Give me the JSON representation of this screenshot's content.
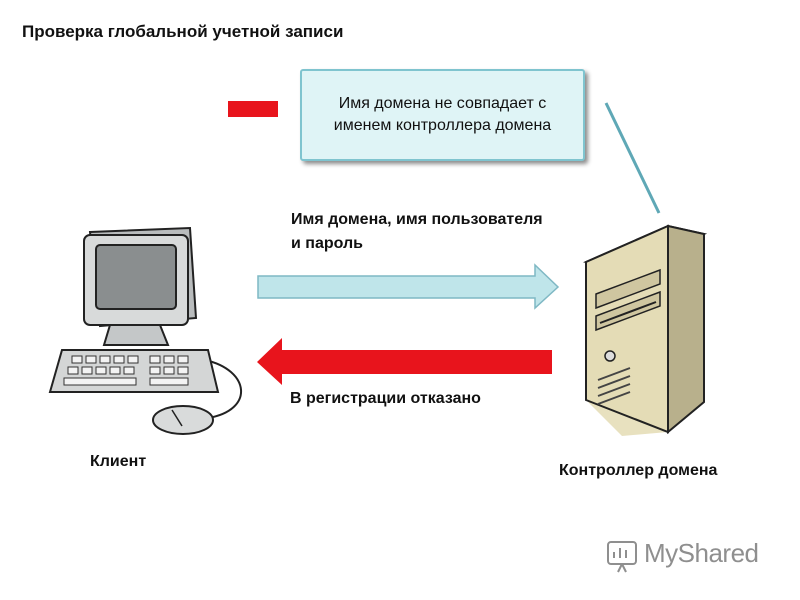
{
  "title": "Проверка глобальной учетной записи",
  "callout": {
    "text": "Имя домена не совпадает с именем контроллера домена"
  },
  "request_label": "Имя домена, имя пользователя и пароль",
  "response_label": "В регистрации отказано",
  "client_label": "Клиент",
  "dc_label": "Контроллер домена",
  "watermark": "MyShared",
  "colors": {
    "request_arrow": "#bfe5ea",
    "response_arrow": "#e8141c",
    "minus": "#e8141c",
    "callout_fill": "#dff4f6"
  },
  "icons": [
    "minus-icon",
    "computer-icon",
    "server-icon",
    "myshared-logo-icon"
  ]
}
